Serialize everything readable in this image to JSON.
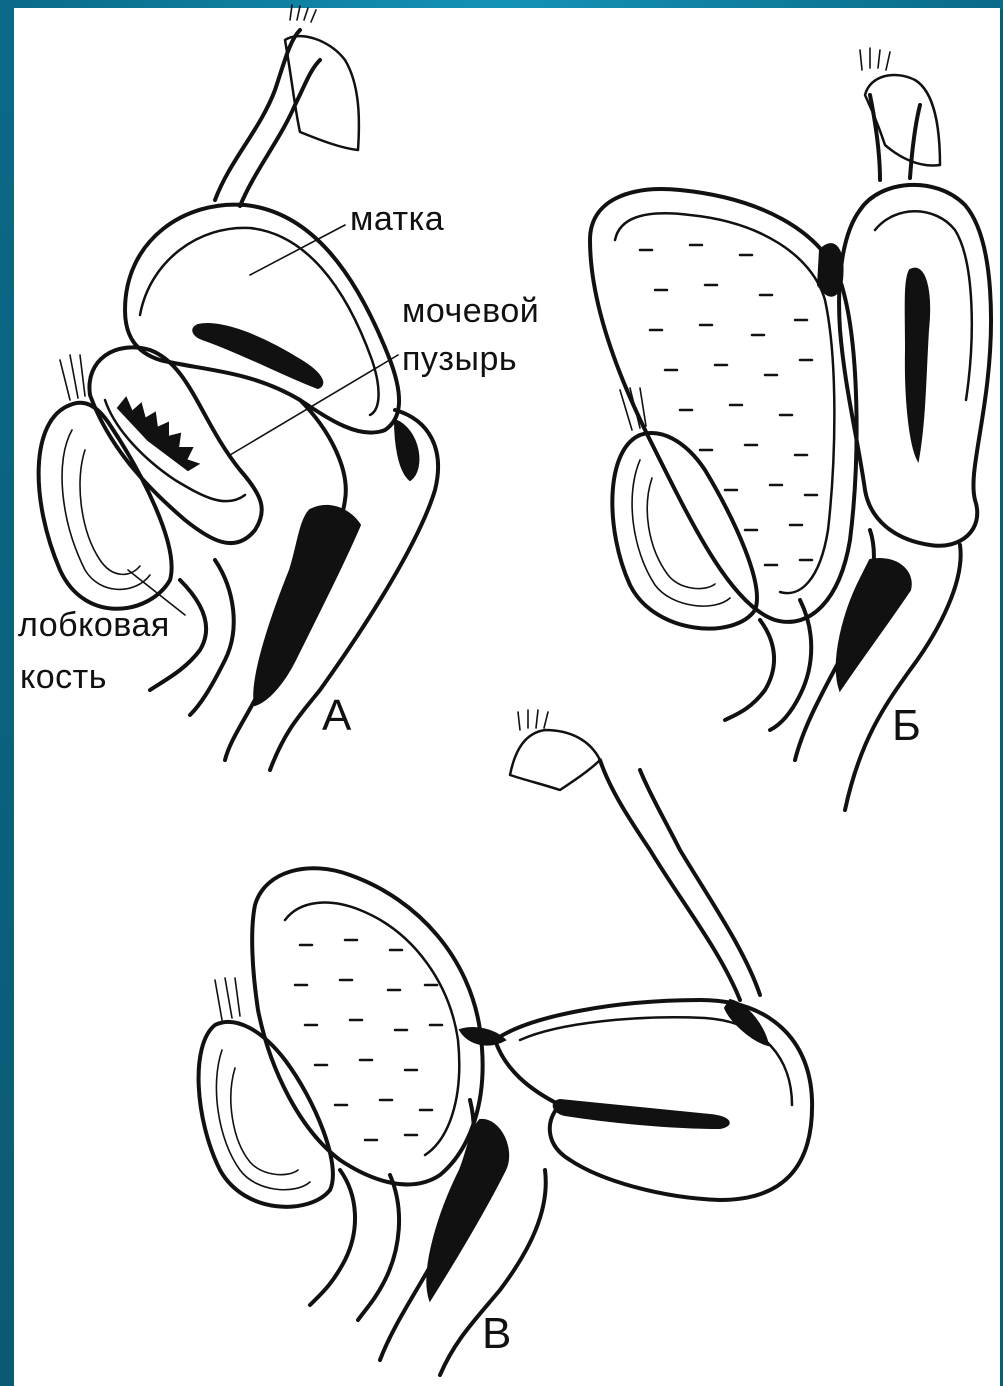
{
  "labels": {
    "uterus": "матка",
    "bladder_line1": "мочевой",
    "bladder_line2": "пузырь",
    "pubic_line1": "лобковая",
    "pubic_line2": "кость"
  },
  "panels": {
    "a": "А",
    "b": "Б",
    "c": "В"
  },
  "colors": {
    "frame": "#0a5e7a",
    "paper": "#ffffff",
    "ink": "#111111"
  }
}
